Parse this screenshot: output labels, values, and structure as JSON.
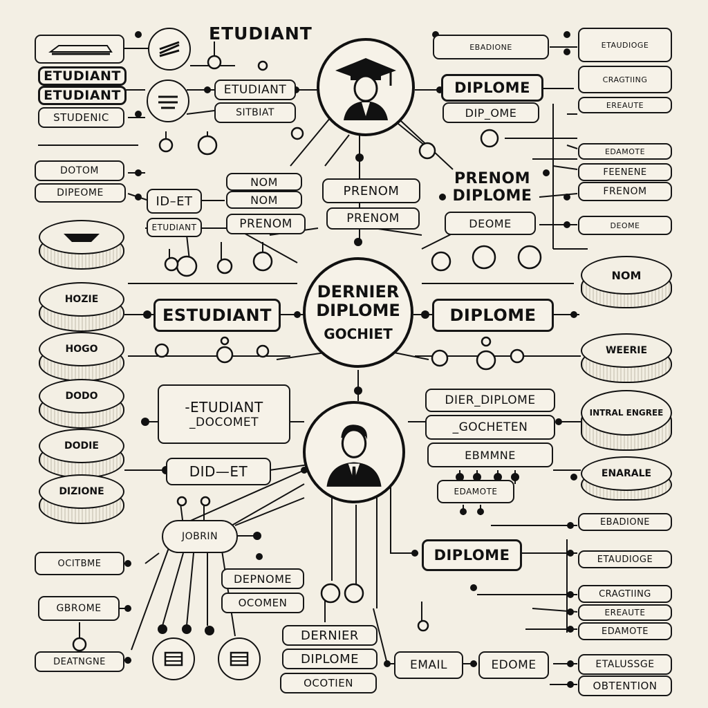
{
  "diagram": {
    "top_title": "ETUDIANT",
    "center_top_icon": "graduate-icon",
    "center_bottom_icon": "person-icon",
    "center_circle": {
      "line1": "DERNIER",
      "line2": "DIPLOME",
      "line3": "GOCHIET"
    },
    "left_top": {
      "etudiant_1": "ETUDIANT",
      "etudiant_2": "ETUDIANT",
      "student": "STUDENIC",
      "dotom": "DOTOM",
      "dipeome": "DIPEOME",
      "id_et": "ID–ET",
      "etudiant_small": "ETUDIANT",
      "sitebiat": "SITBIAT"
    },
    "mid_left": {
      "nom_1": "NOM",
      "nom_2": "NOM",
      "prenom": "PRENOM",
      "prenom_c1": "PRENOM",
      "prenom_c2": "PRENOM"
    },
    "right_top": {
      "diplome": "DIPLOME",
      "diplome_sub": "DIP_OME",
      "prenom": "PRENOM",
      "diplome_2": "DIPLOME",
      "deome": "DEOME",
      "r1": "FEENENE",
      "r2": "FRENOM"
    },
    "left_disks": [
      "",
      "HOZIE",
      "HOGO",
      "DODO",
      "DODIE",
      "DIZIONE"
    ],
    "right_disks": [
      "NOM",
      "WEERIE",
      "INTRAL ENGREE",
      "ENARALE"
    ],
    "mid_row": {
      "left": "ESTUDIANT",
      "right": "DIPLOME"
    },
    "lower_left": {
      "etudiant": "-ETUDIANT",
      "docomet": "_DOCOMET",
      "did_et": "DID—ET",
      "jobrin": "JOBRIN",
      "ocitbme": "OCITBME",
      "gbrome": "GBROME",
      "deatngne": "DEATNGNE"
    },
    "lower_right": {
      "dier_diplome": "DIER_DIPLOME",
      "gocheten": "_GOCHETEN",
      "ebmmne": "EBMMNE",
      "diplome": "DIPLOME",
      "depnome": "DEPNOME",
      "ocomen": "OCOMEN",
      "list": [
        "EBADIONE",
        "ETAUDIOGE",
        "CRAGTIING",
        "EREAUTE",
        "EDAMOTE"
      ]
    },
    "bottom": {
      "dernier": "DERNIER",
      "diplome": "DIPLOME",
      "ocotien": "OCOTIEN",
      "email": "EMAIL",
      "edome": "EDOME",
      "etalussge": "ETALUSSGE",
      "obtention": "OBTENTION"
    }
  }
}
